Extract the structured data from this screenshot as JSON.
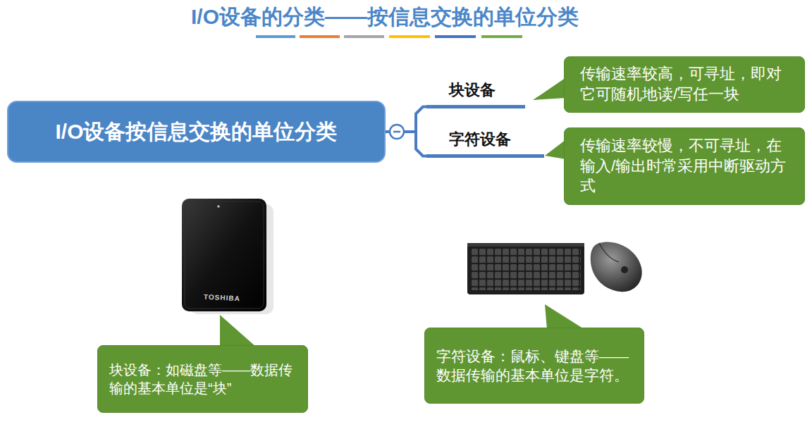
{
  "diagram": {
    "title": "I/O设备的分类——按信息交换的单位分类",
    "nodes": [
      {
        "text": [
          "I/O设备按信息交换的单位分类"
        ]
      },
      {
        "text": [
          "块设备"
        ]
      },
      {
        "text": [
          "字符设备"
        ]
      },
      {
        "text": [
          "传输速率较高，可寻址，即对它可随机地读/写任一块"
        ]
      },
      {
        "text": [
          "传输速率较慢，不可寻址，在输入/输出时常采用中断驱动方式"
        ]
      },
      {
        "text": [
          "块设备：如磁盘等——数据传输的基本单位是“块”"
        ]
      },
      {
        "text": [
          "字符设备：鼠标、键盘等——数据传输的基本单位是字符。"
        ]
      }
    ],
    "edges": [
      {
        "from": 0,
        "to": 1,
        "arrow": "none"
      },
      {
        "from": 0,
        "to": 2,
        "arrow": "none"
      }
    ],
    "labels": [
      "TOSHIBA"
    ]
  }
}
